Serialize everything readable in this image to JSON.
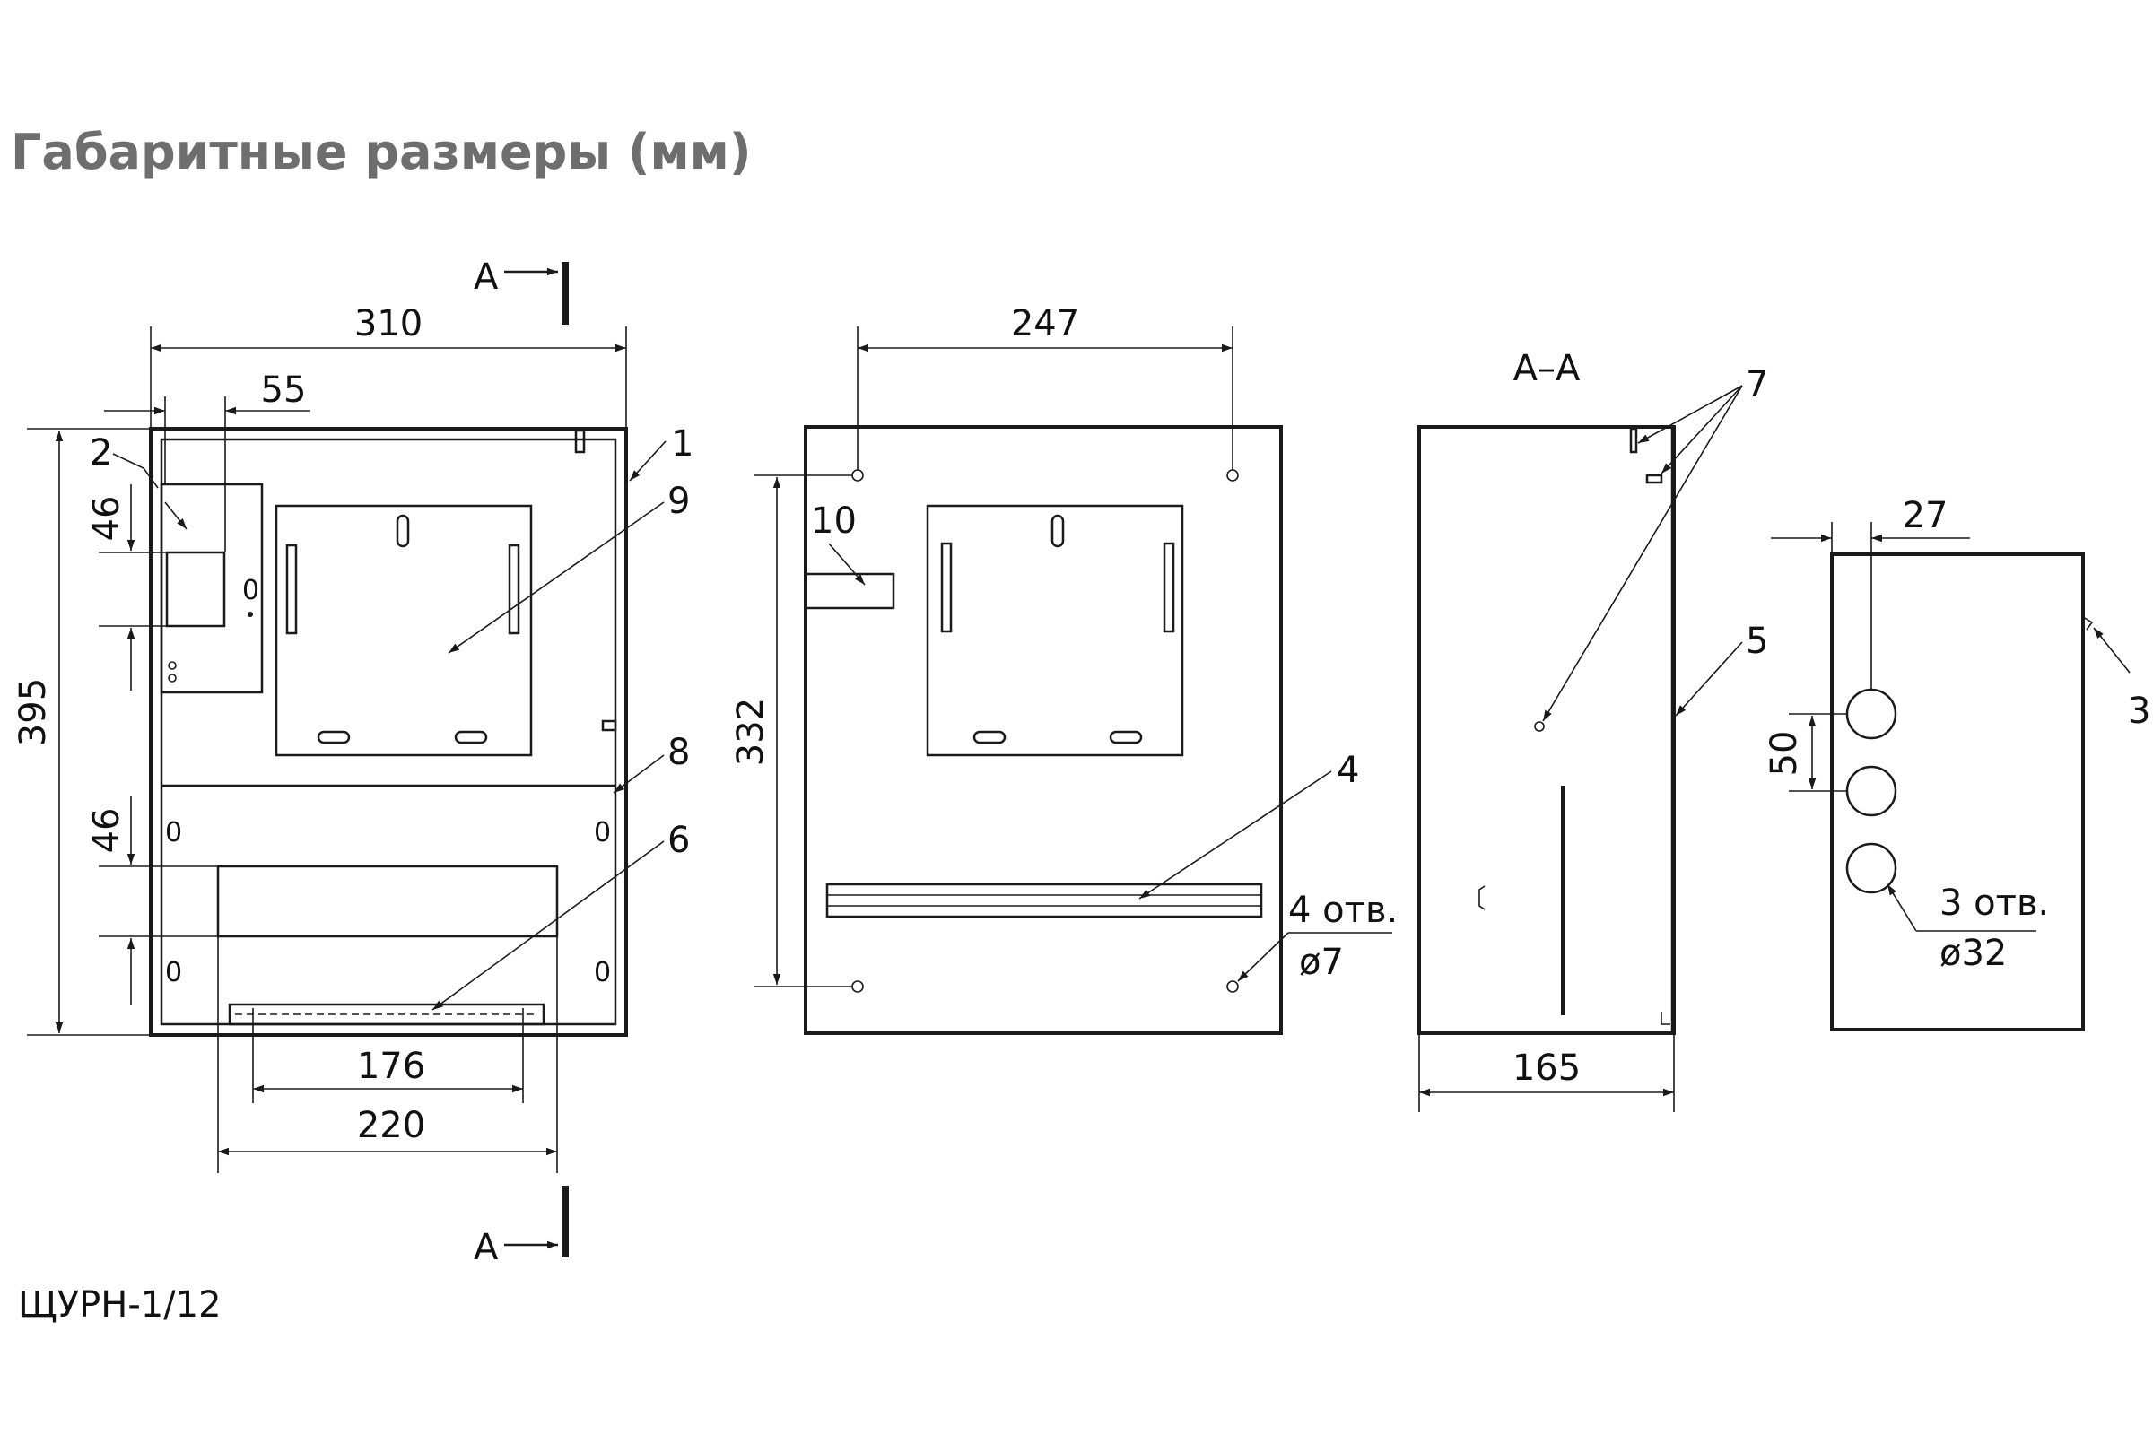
{
  "title": "Габаритные размеры (мм)",
  "model": "ЩУРН-1/12",
  "section_marker": "А",
  "section_view_title": "А–А",
  "glyph_zero": "0",
  "front_view": {
    "width_label": "310",
    "height_label": "395",
    "offset_label": "55",
    "upper_height_label": "46",
    "lower_height_label": "46",
    "inner_width_label": "176",
    "bracket_width_label": "220",
    "callouts": [
      "1",
      "2",
      "6",
      "8",
      "9"
    ]
  },
  "back_view": {
    "hole_spacing_h_label": "247",
    "hole_spacing_v_label": "332",
    "holes_label": "4 отв.",
    "holes_diameter_label": "ø7",
    "callouts": [
      "4",
      "10"
    ]
  },
  "section_view": {
    "depth_label": "165",
    "callouts": [
      "5",
      "7"
    ]
  },
  "side_view": {
    "edge_offset_label": "27",
    "spacing_label": "50",
    "holes_label": "3 отв.",
    "holes_diameter_label": "ø32",
    "callouts": [
      "3"
    ]
  }
}
